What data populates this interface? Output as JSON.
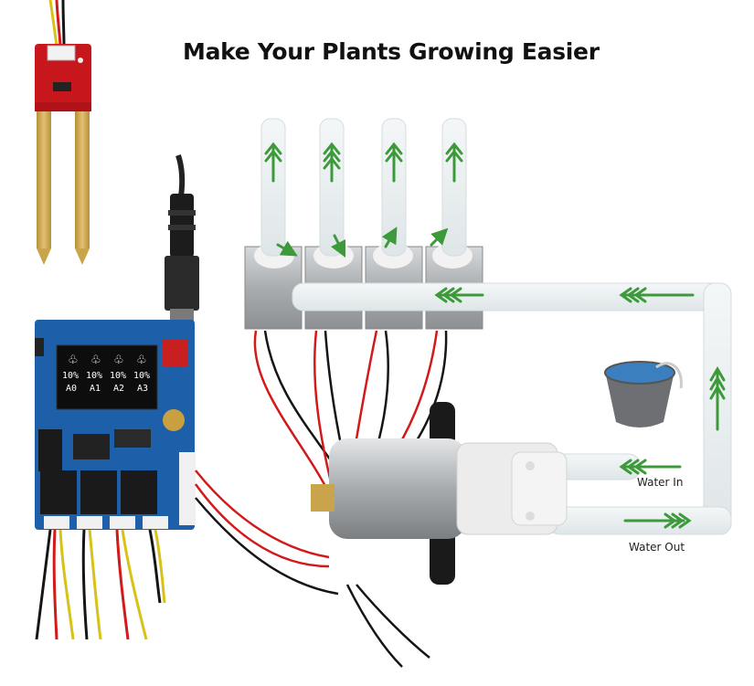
{
  "headline": "Make Your Plants Growing Easier",
  "labels": {
    "water_in": "Water In",
    "water_out": "Water Out"
  },
  "oled": {
    "percents": [
      "10%",
      "10%",
      "10%",
      "10%"
    ],
    "channels": [
      "A0",
      "A1",
      "A2",
      "A3"
    ]
  },
  "colors": {
    "arrow": "#3d9a3a",
    "board": "#1d5fa8",
    "sensor_board": "#c8161d",
    "probe": "#c9a44a",
    "tube": "#e8eef0",
    "valve_metal": "#b8bcbf",
    "pump_white": "#ececec",
    "wire_red": "#d21a1a",
    "wire_black": "#151515",
    "bucket": "#3b7fbf"
  }
}
